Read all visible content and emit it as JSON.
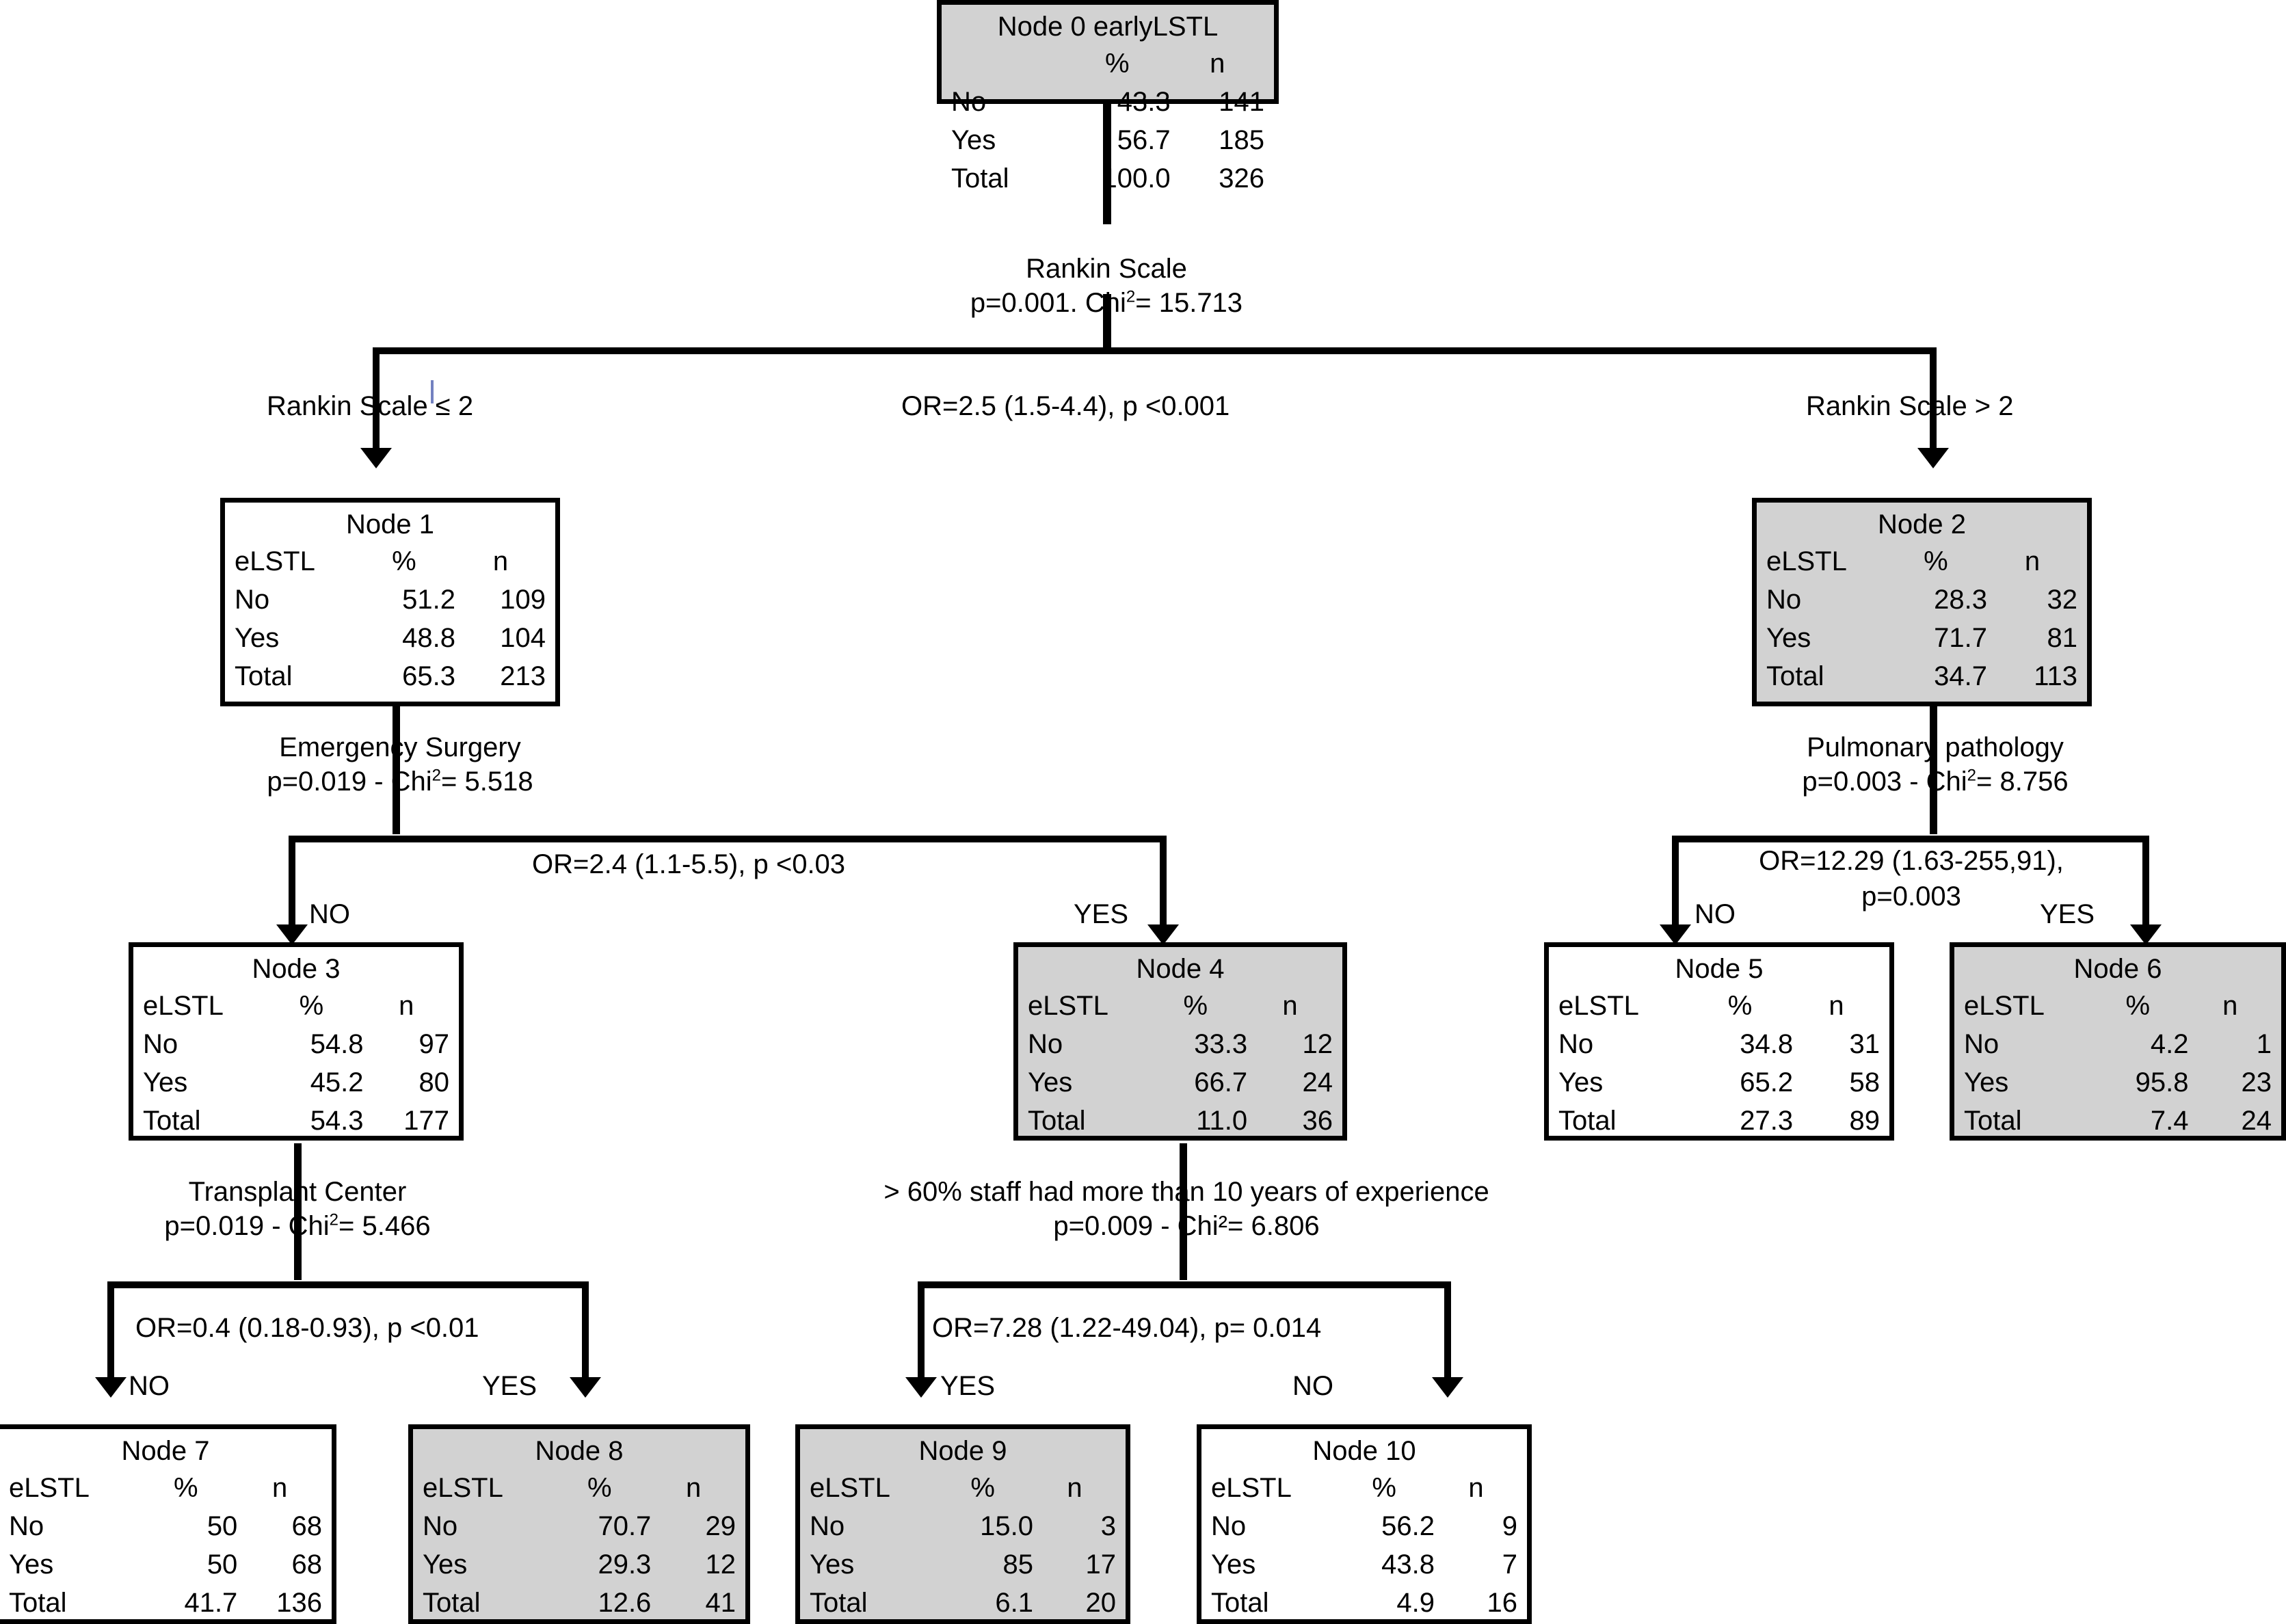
{
  "diagram": {
    "type": "chaid-decision-tree",
    "target_variable": "earlyLSTL",
    "columns": [
      "eLSTL",
      "%",
      "n"
    ]
  },
  "nodes": [
    {
      "id": "node0",
      "title": "Node 0 earlyLSTL",
      "shaded": true,
      "header": {
        "lab": "",
        "pct": "%",
        "n": "n"
      },
      "rows": [
        {
          "lab": "No",
          "pct": "43.3",
          "n": "141"
        },
        {
          "lab": "Yes",
          "pct": "56.7",
          "n": "185"
        },
        {
          "lab": "Total",
          "pct": "100.0",
          "n": "326"
        }
      ]
    },
    {
      "id": "node1",
      "title": "Node 1",
      "shaded": false,
      "header": {
        "lab": "eLSTL",
        "pct": "%",
        "n": "n"
      },
      "rows": [
        {
          "lab": "No",
          "pct": "51.2",
          "n": "109"
        },
        {
          "lab": "Yes",
          "pct": "48.8",
          "n": "104"
        },
        {
          "lab": "Total",
          "pct": "65.3",
          "n": "213"
        }
      ]
    },
    {
      "id": "node2",
      "title": "Node 2",
      "shaded": true,
      "header": {
        "lab": "eLSTL",
        "pct": "%",
        "n": "n"
      },
      "rows": [
        {
          "lab": "No",
          "pct": "28.3",
          "n": "32"
        },
        {
          "lab": "Yes",
          "pct": "71.7",
          "n": "81"
        },
        {
          "lab": "Total",
          "pct": "34.7",
          "n": "113"
        }
      ]
    },
    {
      "id": "node3",
      "title": "Node 3",
      "shaded": false,
      "header": {
        "lab": "eLSTL",
        "pct": "%",
        "n": "n"
      },
      "rows": [
        {
          "lab": "No",
          "pct": "54.8",
          "n": "97"
        },
        {
          "lab": "Yes",
          "pct": "45.2",
          "n": "80"
        },
        {
          "lab": "Total",
          "pct": "54.3",
          "n": "177"
        }
      ]
    },
    {
      "id": "node4",
      "title": "Node 4",
      "shaded": true,
      "header": {
        "lab": "eLSTL",
        "pct": "%",
        "n": "n"
      },
      "rows": [
        {
          "lab": "No",
          "pct": "33.3",
          "n": "12"
        },
        {
          "lab": "Yes",
          "pct": "66.7",
          "n": "24"
        },
        {
          "lab": "Total",
          "pct": "11.0",
          "n": "36"
        }
      ]
    },
    {
      "id": "node5",
      "title": "Node 5",
      "shaded": false,
      "header": {
        "lab": "eLSTL",
        "pct": "%",
        "n": "n"
      },
      "rows": [
        {
          "lab": "No",
          "pct": "34.8",
          "n": "31"
        },
        {
          "lab": "Yes",
          "pct": "65.2",
          "n": "58"
        },
        {
          "lab": "Total",
          "pct": "27.3",
          "n": "89"
        }
      ]
    },
    {
      "id": "node6",
      "title": "Node 6",
      "shaded": true,
      "header": {
        "lab": "eLSTL",
        "pct": "%",
        "n": "n"
      },
      "rows": [
        {
          "lab": "No",
          "pct": "4.2",
          "n": "1"
        },
        {
          "lab": "Yes",
          "pct": "95.8",
          "n": "23"
        },
        {
          "lab": "Total",
          "pct": "7.4",
          "n": "24"
        }
      ]
    },
    {
      "id": "node7",
      "title": "Node 7",
      "shaded": false,
      "header": {
        "lab": "eLSTL",
        "pct": "%",
        "n": "n"
      },
      "rows": [
        {
          "lab": "No",
          "pct": "50",
          "n": "68"
        },
        {
          "lab": "Yes",
          "pct": "50",
          "n": "68"
        },
        {
          "lab": "Total",
          "pct": "41.7",
          "n": "136"
        }
      ]
    },
    {
      "id": "node8",
      "title": "Node 8",
      "shaded": true,
      "header": {
        "lab": "eLSTL",
        "pct": "%",
        "n": "n"
      },
      "rows": [
        {
          "lab": "No",
          "pct": "70.7",
          "n": "29"
        },
        {
          "lab": "Yes",
          "pct": "29.3",
          "n": "12"
        },
        {
          "lab": "Total",
          "pct": "12.6",
          "n": "41"
        }
      ]
    },
    {
      "id": "node9",
      "title": "Node 9",
      "shaded": true,
      "header": {
        "lab": "eLSTL",
        "pct": "%",
        "n": "n"
      },
      "rows": [
        {
          "lab": "No",
          "pct": "15.0",
          "n": "3"
        },
        {
          "lab": "Yes",
          "pct": "85",
          "n": "17"
        },
        {
          "lab": "Total",
          "pct": "6.1",
          "n": "20"
        }
      ]
    },
    {
      "id": "node10",
      "title": "Node 10",
      "shaded": false,
      "header": {
        "lab": "eLSTL",
        "pct": "%",
        "n": "n"
      },
      "rows": [
        {
          "lab": "No",
          "pct": "56.2",
          "n": "9"
        },
        {
          "lab": "Yes",
          "pct": "43.8",
          "n": "7"
        },
        {
          "lab": "Total",
          "pct": "4.9",
          "n": "16"
        }
      ]
    }
  ],
  "splits": {
    "rankin": {
      "variable": "Rankin Scale",
      "stat_pre": "p=0.001. Chi",
      "stat_sup": "2",
      "stat_post": "= 15.713",
      "left_branch": "Rankin Scale ≤ 2",
      "right_branch": "Rankin Scale > 2",
      "or_label": "OR=2.5 (1.5-4.4), p <0.001"
    },
    "emergency": {
      "variable": "Emergency Surgery",
      "stat_pre": "p=0.019 - Chi",
      "stat_sup": "2",
      "stat_post": "= 5.518",
      "or_label": "OR=2.4 (1.1-5.5), p <0.03",
      "left_branch": "NO",
      "right_branch": "YES"
    },
    "pulmonary": {
      "variable": "Pulmonary pathology",
      "stat_pre": "p=0.003 - Chi",
      "stat_sup": "2",
      "stat_post": "= 8.756",
      "or_label_line1": "OR=12.29 (1.63-255,91),",
      "or_label_line2": "p=0.003",
      "left_branch": "NO",
      "right_branch": "YES"
    },
    "transplant": {
      "variable": "Transplant Center",
      "stat_pre": "p=0.019 - Chi",
      "stat_sup": "2",
      "stat_post": "= 5.466",
      "or_label": "OR=0.4 (0.18-0.93), p <0.01",
      "left_branch": "NO",
      "right_branch": "YES"
    },
    "staff": {
      "variable": "> 60% staff had more than 10 years of experience",
      "stat_line": "p=0.009 - Chi²= 6.806",
      "or_label": "OR=7.28 (1.22-49.04), p= 0.014",
      "left_branch": "YES",
      "right_branch": "NO"
    }
  }
}
